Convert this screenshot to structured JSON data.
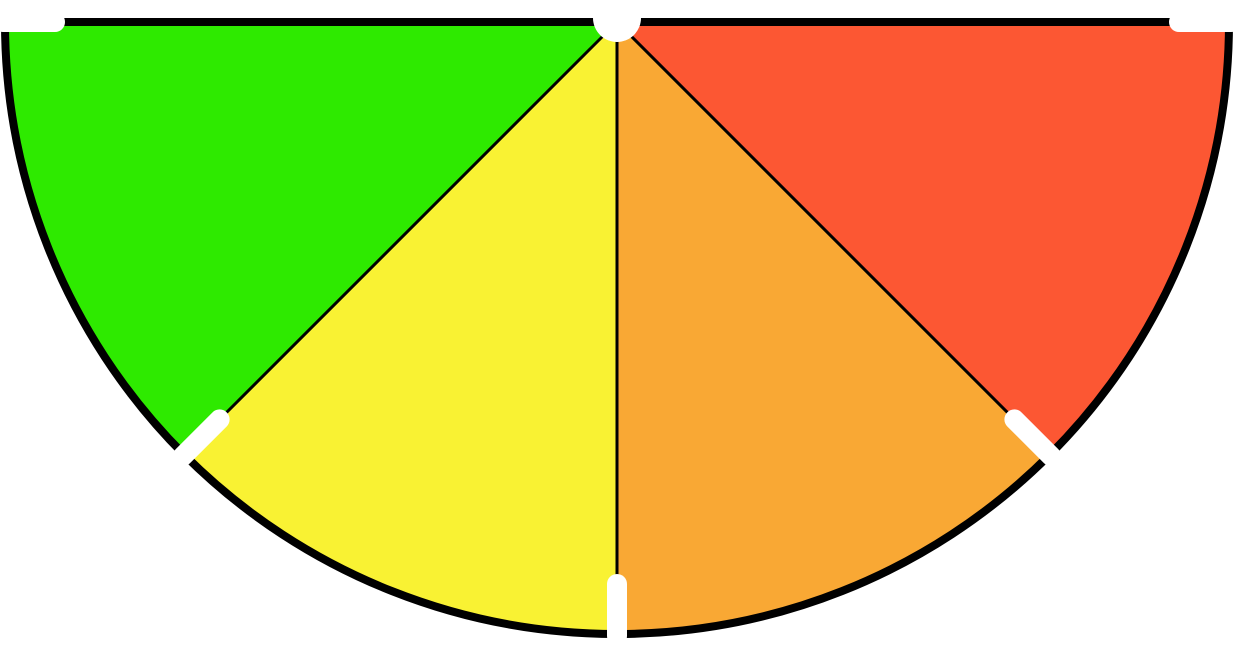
{
  "gauge": {
    "segments": [
      {
        "name": "green",
        "color": "#2EEA00"
      },
      {
        "name": "yellow",
        "color": "#F9F233"
      },
      {
        "name": "orange",
        "color": "#F9A834"
      },
      {
        "name": "red",
        "color": "#FC5733"
      }
    ],
    "outline_color": "#000000",
    "marker_color": "#FFFFFF"
  }
}
